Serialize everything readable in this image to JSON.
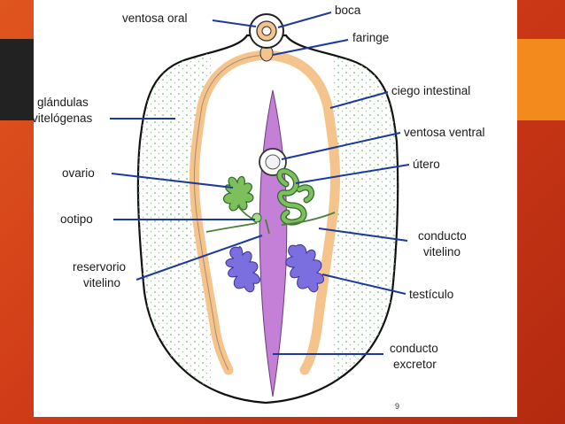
{
  "labels": {
    "ventosa_oral": "ventosa oral",
    "boca": "boca",
    "faringe": "faringe",
    "glandulas_1": "glándulas",
    "glandulas_2": "vitelógenas",
    "ciego": "ciego intestinal",
    "ventosa_ventral": "ventosa ventral",
    "ovario": "ovario",
    "utero": "útero",
    "ootipo": "ootipo",
    "conducto_vitelino_1": "conducto",
    "conducto_vitelino_2": "vitelino",
    "reservorio_1": "reservorio",
    "reservorio_2": "vitelino",
    "testiculo": "testículo",
    "conducto_excretor_1": "conducto",
    "conducto_excretor_2": "excretor"
  },
  "page_number": "9",
  "colors": {
    "background": "#d64a1c",
    "dark_bar": "#222222",
    "accent_bar": "#f28a1e",
    "intestine": "#f5c48c",
    "excretory": "#c47fd6",
    "testis": "#7b6fe0",
    "ovary_uterus": "#7dbf5a",
    "leader_lines": "#1c3a9e"
  }
}
